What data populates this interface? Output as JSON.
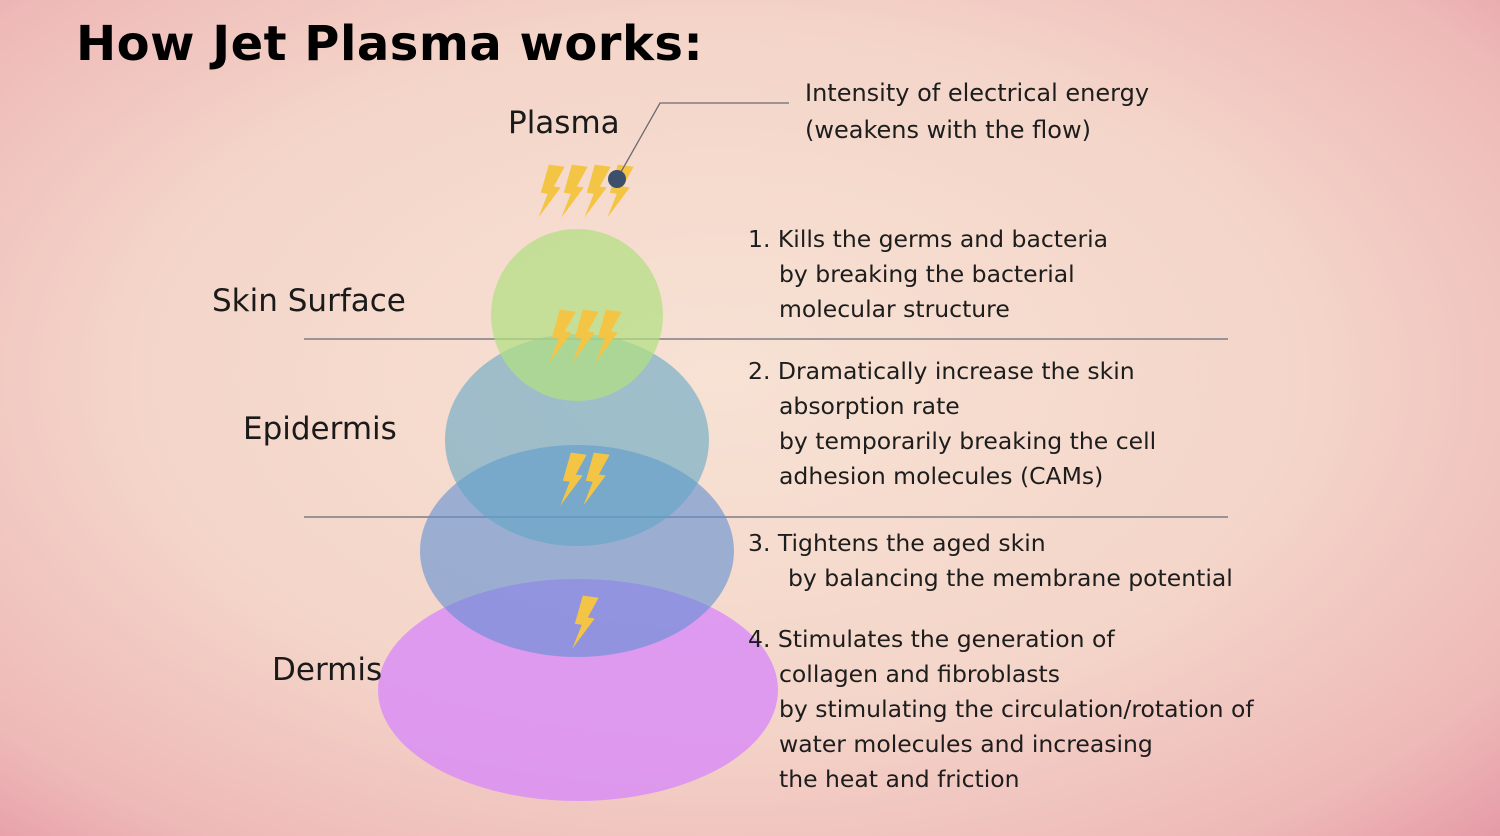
{
  "title": "How Jet Plasma works:",
  "labels": {
    "plasma": "Plasma",
    "skin_surface": "Skin Surface",
    "epidermis": "Epidermis",
    "dermis": "Dermis"
  },
  "callout": {
    "line1": "Intensity of electrical energy",
    "line2": "(weakens with the flow)"
  },
  "effects": [
    {
      "lines": [
        "1. Kills the germs and bacteria",
        "by breaking the bacterial",
        "molecular structure"
      ]
    },
    {
      "lines": [
        "2. Dramatically increase the skin",
        "absorption rate",
        "by temporarily breaking the cell",
        "adhesion molecules (CAMs)"
      ]
    },
    {
      "lines": [
        "3. Tightens the aged skin",
        "by balancing the membrane potential"
      ]
    },
    {
      "lines": [
        "4. Stimulates the generation of",
        "collagen and fibroblasts",
        "by stimulating the circulation/rotation of",
        "water molecules and increasing",
        "the heat and friction"
      ]
    }
  ],
  "colors": {
    "bolt": "#f4c545",
    "skin_surface_circle": "#bde38d",
    "epidermis_circle": "#6fb2c8",
    "lower_epidermis_circle": "#7aa7d6",
    "dermis_circle": "#d98ff6",
    "callout_dot": "#3c506c",
    "divider": "#7d7d86"
  }
}
